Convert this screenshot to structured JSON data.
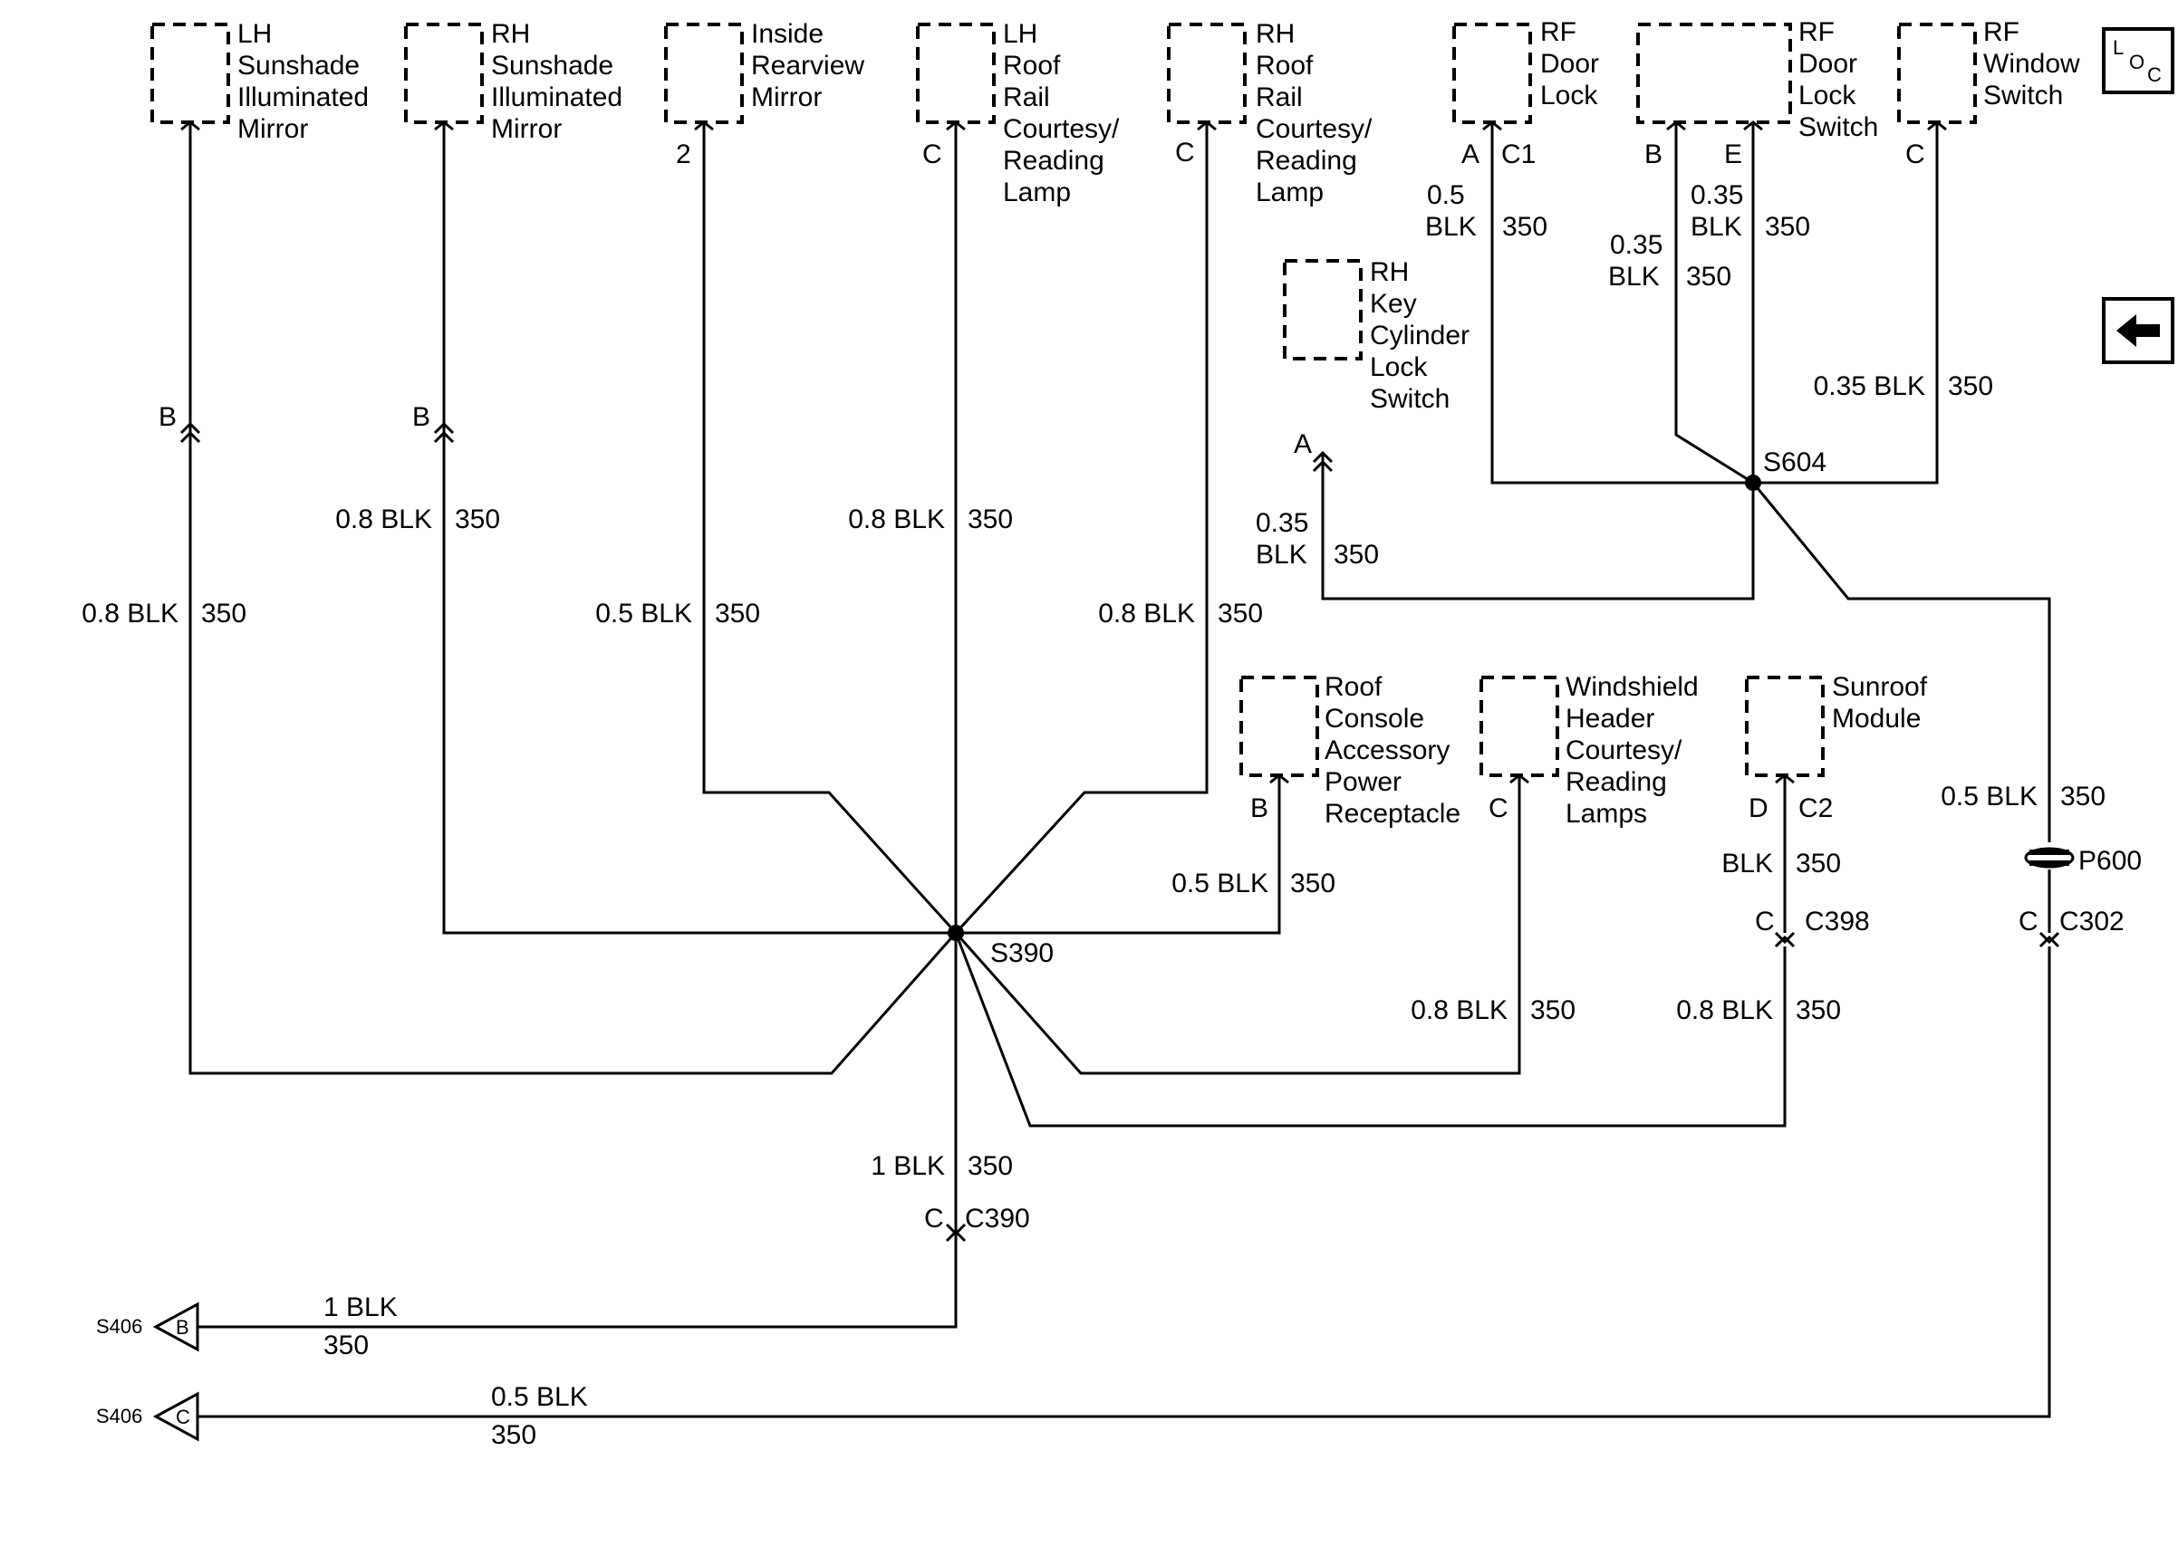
{
  "components": {
    "lh_sunshade": [
      "LH",
      "Sunshade",
      "Illuminated",
      "Mirror"
    ],
    "rh_sunshade": [
      "RH",
      "Sunshade",
      "Illuminated",
      "Mirror"
    ],
    "inside_mirror": [
      "Inside",
      "Rearview",
      "Mirror"
    ],
    "lh_roof_rail": [
      "LH",
      "Roof",
      "Rail",
      "Courtesy/",
      "Reading",
      "Lamp"
    ],
    "rh_roof_rail": [
      "RH",
      "Roof",
      "Rail",
      "Courtesy/",
      "Reading",
      "Lamp"
    ],
    "rf_door_lock": [
      "RF",
      "Door",
      "Lock"
    ],
    "rf_door_lock_switch": [
      "RF",
      "Door",
      "Lock",
      "Switch"
    ],
    "rf_window_switch": [
      "RF",
      "Window",
      "Switch"
    ],
    "rh_key_cylinder": [
      "RH",
      "Key",
      "Cylinder",
      "Lock",
      "Switch"
    ],
    "roof_console": [
      "Roof",
      "Console",
      "Accessory",
      "Power",
      "Receptacle"
    ],
    "windshield_header": [
      "Windshield",
      "Header",
      "Courtesy/",
      "Reading",
      "Lamps"
    ],
    "sunroof_module": [
      "Sunroof",
      "Module"
    ]
  },
  "pins": {
    "lh_sunshade": "B",
    "rh_sunshade": "B",
    "inside_mirror": "2",
    "lh_roof_rail": "C",
    "rh_roof_rail": "C",
    "rf_door_lock": "A",
    "rf_door_lock_switch_b": "B",
    "rf_door_lock_switch_e": "E",
    "rf_window_switch": "C",
    "rh_key_cylinder": "A",
    "roof_console": "B",
    "windshield_header": "C",
    "sunroof_module": "D",
    "c398": "C",
    "c302": "C",
    "c390": "C"
  },
  "connectors": {
    "c1": "C1",
    "c2": "C2",
    "c398": "C398",
    "c302": "C302",
    "c390": "C390",
    "p600": "P600"
  },
  "splices": {
    "s390": "S390",
    "s604": "S604"
  },
  "wires": {
    "lh_sunshade": {
      "size": "0.8 BLK",
      "circuit": "350"
    },
    "rh_sunshade": {
      "size": "0.8 BLK",
      "circuit": "350"
    },
    "inside_mirror": {
      "size": "0.5 BLK",
      "circuit": "350"
    },
    "lh_roof_rail": {
      "size": "0.8 BLK",
      "circuit": "350"
    },
    "rh_roof_rail": {
      "size": "0.8 BLK",
      "circuit": "350"
    },
    "rf_door_lock": {
      "size_a": "0.5",
      "size_b": "BLK",
      "circuit": "350"
    },
    "rf_lock_switch_e": {
      "size_a": "0.35",
      "size_b": "BLK",
      "circuit": "350"
    },
    "rf_lock_switch_b": {
      "size_a": "0.35",
      "size_b": "BLK",
      "circuit": "350"
    },
    "rf_window_switch": {
      "size": "0.35 BLK",
      "circuit": "350"
    },
    "rh_key_cylinder": {
      "size_a": "0.35",
      "size_b": "BLK",
      "circuit": "350"
    },
    "roof_console": {
      "size": "0.5 BLK",
      "circuit": "350"
    },
    "windshield_header": {
      "size": "0.8 BLK",
      "circuit": "350"
    },
    "sunroof_c2": {
      "size": "BLK",
      "circuit": "350"
    },
    "sunroof_c398": {
      "size": "0.8 BLK",
      "circuit": "350"
    },
    "p600_top": {
      "size": "0.5 BLK",
      "circuit": "350"
    },
    "c390_top": {
      "size": "1 BLK",
      "circuit": "350"
    },
    "ground_b": {
      "size": "1 BLK",
      "circuit": "350"
    },
    "ground_c": {
      "size": "0.5 BLK",
      "circuit": "350"
    }
  },
  "grounds": {
    "b": {
      "splice": "S406",
      "pin": "B"
    },
    "c": {
      "splice": "S406",
      "pin": "C"
    }
  },
  "nav": {
    "loc_icon": {
      "l": "L",
      "o": "O",
      "c": "C"
    },
    "back_icon": "left-arrow"
  }
}
